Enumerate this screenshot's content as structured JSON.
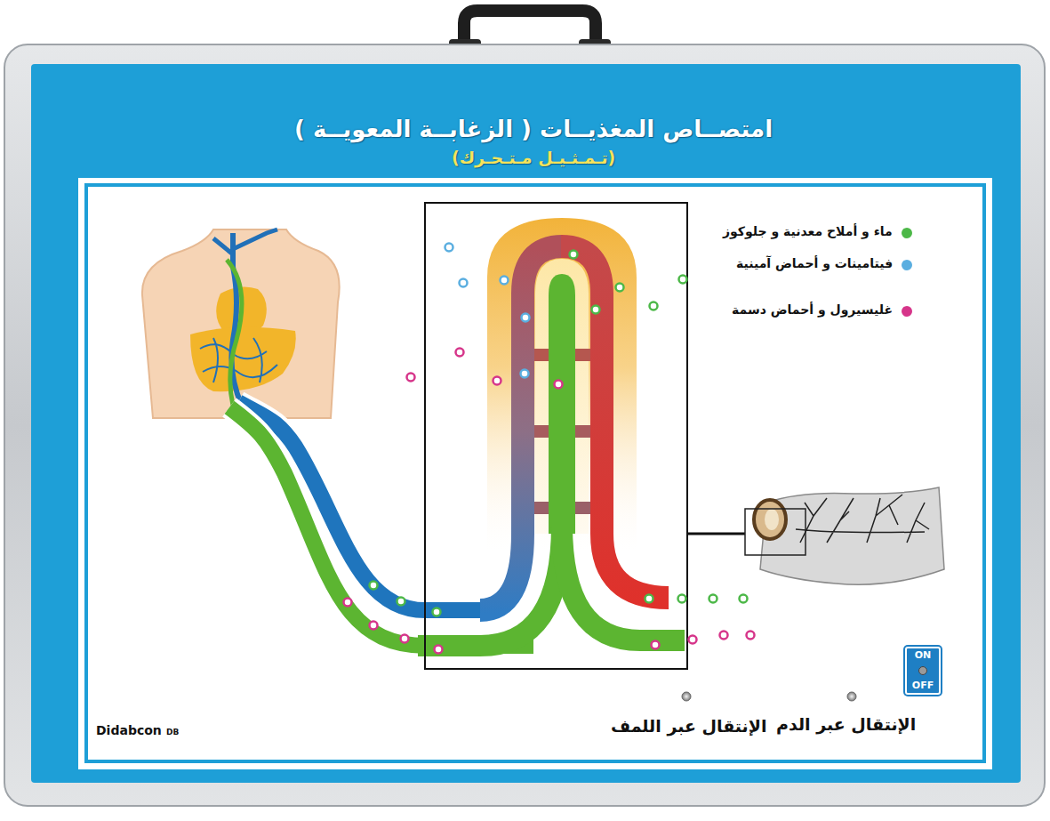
{
  "diagram": {
    "title": "امتصــاص المغذيــات ( الزغابــة المعويــة )",
    "caption": "(تـمـثـيـل مـتـحـرك)",
    "nodes": [
      {
        "text": [
          "ON",
          "OFF"
        ]
      }
    ],
    "labels": [
      "الإنتقال عبر اللمف",
      "الإنتقال عبر الدم",
      "Didabcon",
      "DB"
    ],
    "legend": [
      {
        "text": "ماء و أملاح معدنية و جلوكوز",
        "color": "#4cb848"
      },
      {
        "text": "فيتامينات  و أحماض آمينية",
        "color": "#5aaee0"
      },
      {
        "text": "غليسيرول و أحماض دسمة",
        "color": "#d6358a"
      }
    ]
  }
}
